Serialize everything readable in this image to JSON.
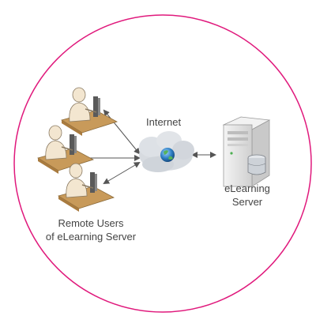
{
  "colors": {
    "circle_border": "#e0197c",
    "desk": "#c89a5a",
    "person": "#f3e6d0",
    "person_outline": "#8a7a62",
    "monitor": "#5a5a5a",
    "cloud": "#d7dbe0",
    "globe": "#2f80c4",
    "globe_land": "#58b35a",
    "server": "#e7e7e7",
    "arrow": "#555555",
    "text": "#444444"
  },
  "icons": {
    "user_workstation": "user-at-desk-icon",
    "cloud": "cloud-icon",
    "globe": "globe-icon",
    "server": "server-tower-icon",
    "database": "database-icon"
  },
  "labels": {
    "internet": "Internet",
    "server_line1": "eLearning",
    "server_line2": "Server",
    "users_line1": "Remote Users",
    "users_line2": "of eLearning Server"
  }
}
